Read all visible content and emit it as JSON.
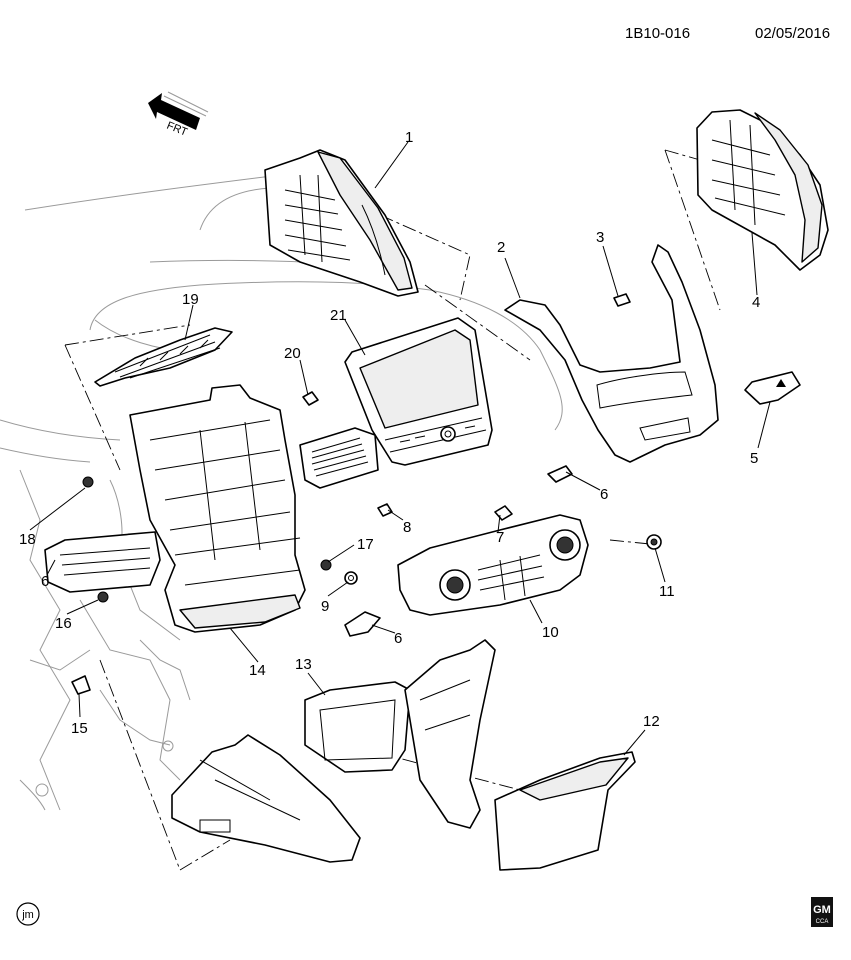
{
  "header": {
    "diagram_id": "1B10-016",
    "date": "02/05/2016"
  },
  "orientation": {
    "label": "FRT"
  },
  "callouts": {
    "c1": "1",
    "c2": "2",
    "c3": "3",
    "c4": "4",
    "c5": "5",
    "c6a": "6",
    "c6b": "6",
    "c6c": "6",
    "c7": "7",
    "c8": "8",
    "c9": "9",
    "c10": "10",
    "c11": "11",
    "c12": "12",
    "c13": "13",
    "c14": "14",
    "c15": "15",
    "c16": "16",
    "c17": "17",
    "c18": "18",
    "c19": "19",
    "c20": "20",
    "c21": "21"
  },
  "footer": {
    "artist_mark": "jm",
    "logo_top": "GM",
    "logo_bottom": "CCA"
  }
}
